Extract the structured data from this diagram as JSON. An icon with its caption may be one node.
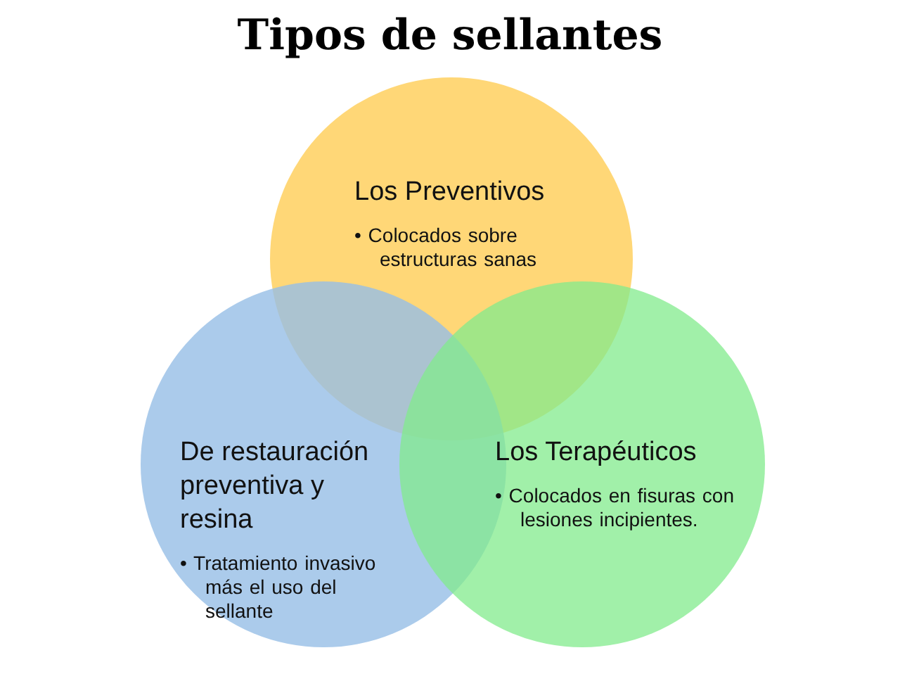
{
  "diagram": {
    "title": "Tipos de sellantes",
    "nodes": [
      {
        "text": [
          "Los Preventivos",
          "• Colocados sobre estructuras sanas"
        ]
      },
      {
        "text": [
          "De restauración preventiva y resina",
          "• Tratamiento invasivo más el uso del sellante"
        ]
      },
      {
        "text": [
          "Los Terapéuticos",
          "• Colocados en fisuras con lesiones incipientes."
        ]
      }
    ],
    "edges": []
  }
}
